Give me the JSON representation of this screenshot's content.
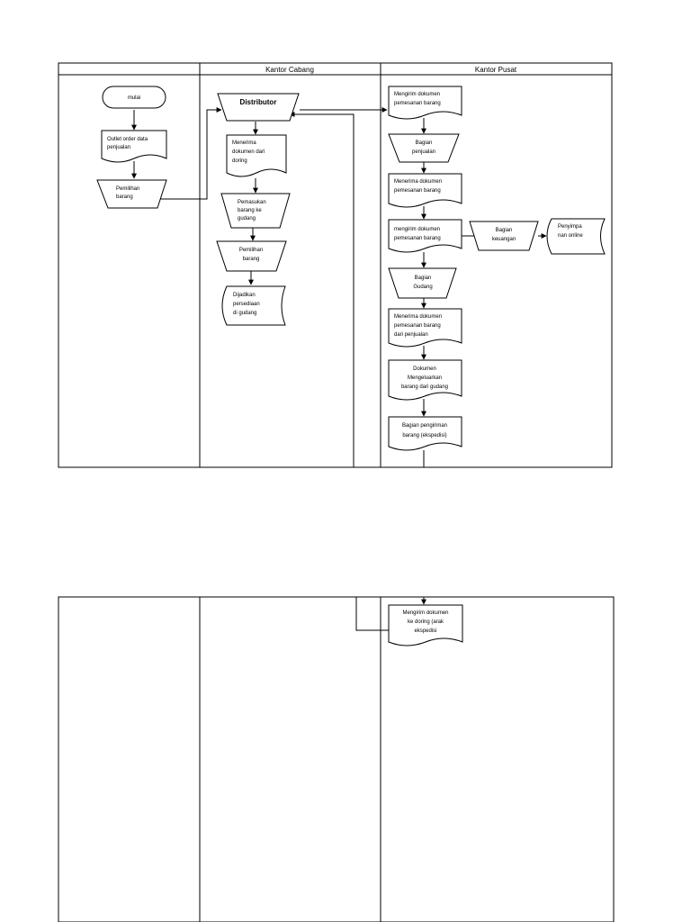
{
  "headers": {
    "lane1": "",
    "lane2": "Kantor Cabang",
    "lane3": "Kantor Pusat"
  },
  "nodes": {
    "mulai": [
      "mulai"
    ],
    "outlet_order": [
      "Outlet order data",
      "penjualan"
    ],
    "pemilihan_barang_1": [
      "Pemilihan",
      "barang"
    ],
    "distributor": [
      "Distributor"
    ],
    "menerima_doring": [
      "Menerima",
      "dokumen dari",
      "doring"
    ],
    "pemasukan_gudang": [
      "Pemasukan",
      "barang ke",
      "gudang"
    ],
    "pemilihan_barang_2": [
      "Pemilihan",
      "barang"
    ],
    "dijadikan_persediaan": [
      "Dijadikan",
      "persediaan",
      "di gudang"
    ],
    "mengirim_dokumen_1": [
      "Mengirim dokumen",
      "pemesanan barang"
    ],
    "bagian_penjualan": [
      "Bagian",
      "penjualan"
    ],
    "menerima_dokumen_1": [
      "Menerima dokumen",
      "pemesanan barang"
    ],
    "mengirim_dokumen_2": [
      "mengirim dokumen",
      "pemesanan barang"
    ],
    "bagian_keuangan": [
      "Bagian",
      "keuangan"
    ],
    "penyimpanan_online": [
      "Penyimpa",
      "nan online"
    ],
    "bagian_gudang": [
      "Bagian",
      "Gudang"
    ],
    "menerima_dokumen_2": [
      "Menerima dokumen",
      "pemesanan barang",
      "dari penjualan"
    ],
    "dokumen_mengeluarkan": [
      "Dokumen",
      "Mengeluarkan",
      "barang dari gudang"
    ],
    "bagian_pengiriman": [
      "Bagian pengiriman",
      "barang (ekspedisi)"
    ],
    "mengirim_doring": [
      "Mengirim dokumen",
      "ke doring (arak",
      "ekspedisi"
    ]
  }
}
